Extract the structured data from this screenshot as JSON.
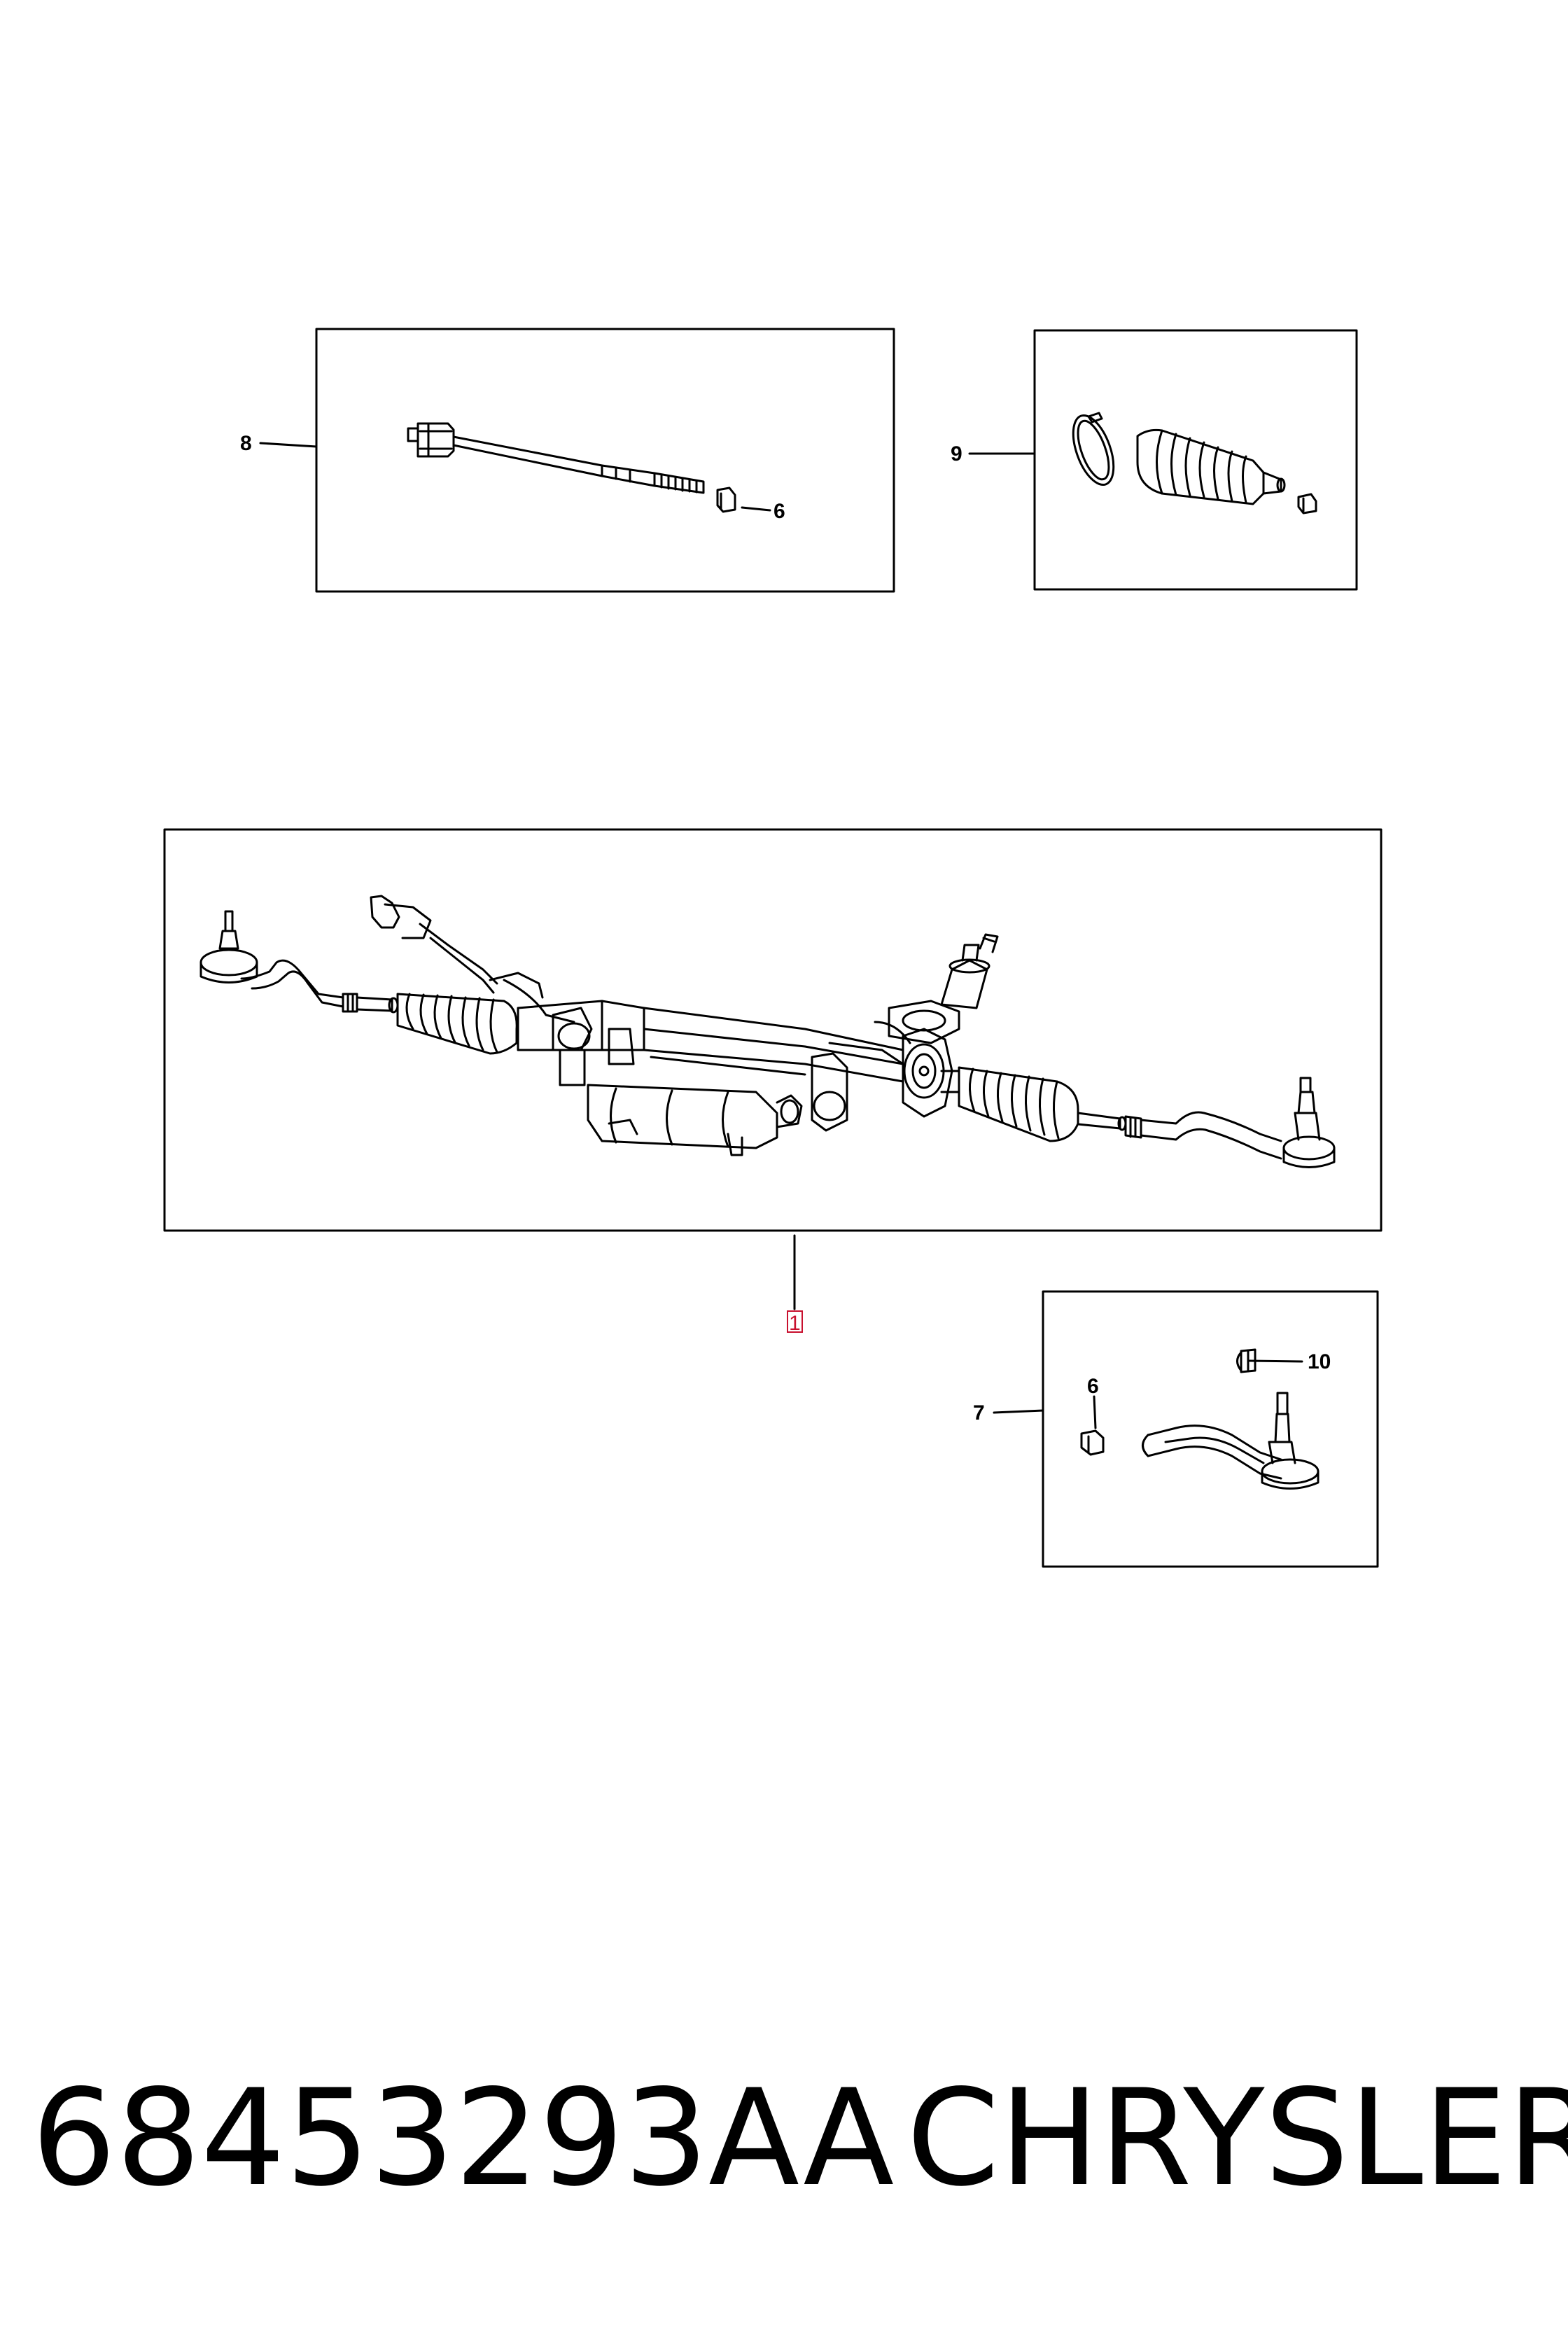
{
  "callouts": {
    "c1": "1",
    "c6a": "6",
    "c6b": "6",
    "c7": "7",
    "c8": "8",
    "c9": "9",
    "c10": "10"
  },
  "footer": {
    "part_number": "68453293AA",
    "brand": "CHRYSLER"
  },
  "colors": {
    "line": "#000000",
    "background": "#ffffff",
    "highlight": "#c8102e"
  }
}
